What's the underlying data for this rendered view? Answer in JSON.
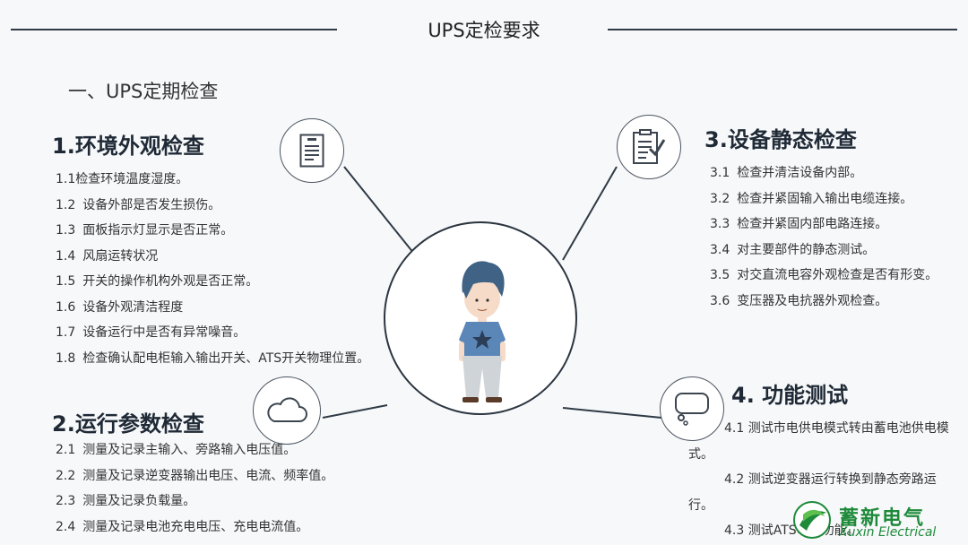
{
  "title": "UPS定检要求",
  "subtitle": "一、UPS定期检查",
  "sections": {
    "env": {
      "heading": "1.环境外观检查",
      "items": [
        {
          "num": "1.1",
          "text": "检查环境温度湿度。"
        },
        {
          "num": "1.2",
          "text": "设备外部是否发生损伤。"
        },
        {
          "num": "1.3",
          "text": "面板指示灯显示是否正常。"
        },
        {
          "num": "1.4",
          "text": "风扇运转状况"
        },
        {
          "num": "1.5",
          "text": "开关的操作机构外观是否正常。"
        },
        {
          "num": "1.6",
          "text": "设备外观清洁程度"
        },
        {
          "num": "1.7",
          "text": "设备运行中是否有异常噪音。"
        },
        {
          "num": "1.8",
          "text": "检查确认配电柜输入输出开关、ATS开关物理位置。"
        }
      ]
    },
    "run": {
      "heading": "2.运行参数检查",
      "items": [
        {
          "num": "2.1",
          "text": "测量及记录主输入、旁路输入电压值。"
        },
        {
          "num": "2.2",
          "text": "测量及记录逆变器输出电压、电流、频率值。"
        },
        {
          "num": "2.3",
          "text": "测量及记录负载量。"
        },
        {
          "num": "2.4",
          "text": "测量及记录电池充电电压、充电电流值。"
        }
      ]
    },
    "static": {
      "heading": "3.设备静态检查",
      "items": [
        {
          "num": "3.1",
          "text": "检查并清洁设备内部。"
        },
        {
          "num": "3.2",
          "text": "检查并紧固输入输出电缆连接。"
        },
        {
          "num": "3.3",
          "text": "检查并紧固内部电路连接。"
        },
        {
          "num": "3.4",
          "text": "对主要部件的静态测试。"
        },
        {
          "num": "3.5",
          "text": "对交直流电容外观检查是否有形变。"
        },
        {
          "num": "3.6",
          "text": "变压器及电抗器外观检查。"
        }
      ]
    },
    "func": {
      "heading": "4. 功能测试",
      "p1": "4.1  测试市电供电模式转由蓄电池供电模式。",
      "p2": "4.2  测试逆变器运行转换到静态旁路运行。",
      "p3": "4.3  测试ATS切换功能。"
    }
  },
  "logo": {
    "name": "蓄新电气",
    "sub": "Xuxin Electrical"
  },
  "icons": {
    "env": "document-icon",
    "run": "cloud-icon",
    "static": "checklist-icon",
    "func": "chat-bubble-icon",
    "center": "person-figure"
  },
  "colors": {
    "line": "#2e3a45",
    "accent": "#3b5f86",
    "logo_green": "#1e8a3a"
  }
}
